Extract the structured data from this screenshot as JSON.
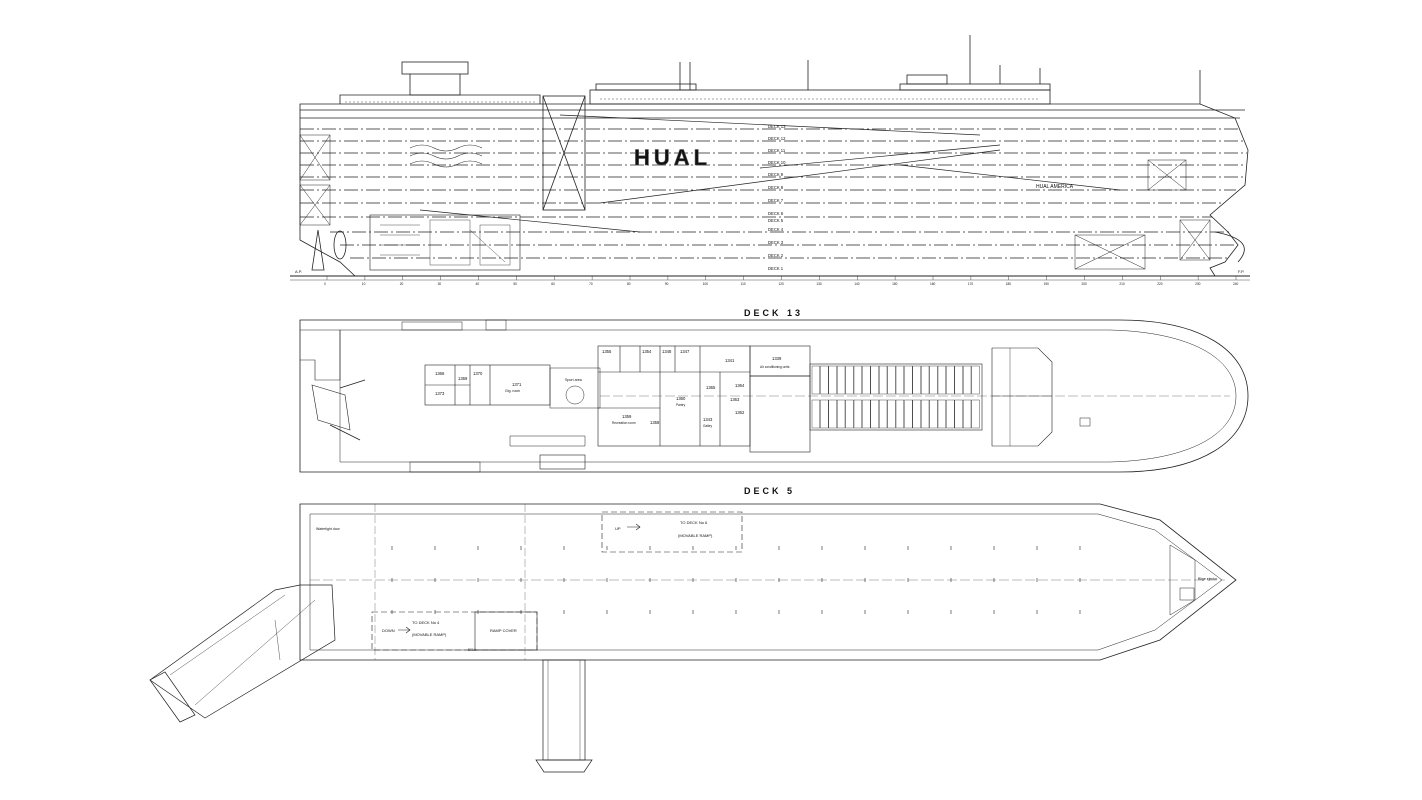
{
  "profile": {
    "deck_labels": [
      "DECK 13",
      "DECK 12",
      "DECK 11",
      "DECK 10",
      "DECK 9",
      "DECK 8",
      "DECK 7",
      "DECK 6",
      "DECK 5",
      "DECK 4",
      "DECK 3",
      "DECK 2",
      "DECK 1"
    ],
    "hull_logo": "HUAL",
    "ship_name": "HUAL AMERICA",
    "aft_marker": "A.P.",
    "fwd_marker": "F.P.",
    "ruler_ticks": [
      "0",
      "10",
      "20",
      "30",
      "40",
      "50",
      "60",
      "70",
      "80",
      "90",
      "100",
      "110",
      "120",
      "130",
      "140",
      "150",
      "160",
      "170",
      "180",
      "190",
      "200",
      "210",
      "220",
      "230",
      "240"
    ]
  },
  "deck13": {
    "title": "DECK 13",
    "rooms": [
      {
        "num": "1366"
      },
      {
        "num": "1369"
      },
      {
        "num": "1370"
      },
      {
        "num": "1373"
      },
      {
        "num": "1371",
        "name": "Gtg. room"
      },
      {
        "num": "",
        "name": "Sport area"
      },
      {
        "num": "1355"
      },
      {
        "num": "1354"
      },
      {
        "num": "1348"
      },
      {
        "num": "1347"
      },
      {
        "num": "1341"
      },
      {
        "num": "1339",
        "name": "Air conditioning units"
      },
      {
        "num": "1359",
        "name": "Recreation room"
      },
      {
        "num": "1358"
      },
      {
        "num": "1360",
        "name": "Pantry"
      },
      {
        "num": "1343",
        "name": "Galley"
      },
      {
        "num": "1365"
      },
      {
        "num": "1364"
      },
      {
        "num": "1363"
      },
      {
        "num": "1362"
      }
    ],
    "cabin_count": 40
  },
  "deck5": {
    "title": "DECK 5",
    "ramp_up_arrow": "UP",
    "ramp_up_text": "TO DECK No 6",
    "ramp_up_sub": "(MOVABLE RAMP)",
    "ramp_down_arrow": "DOWN",
    "ramp_down_text": "TO DECK No 4",
    "ramp_down_sub": "(MOVABLE RAMP)",
    "ramp_cover": "RAMP COVER",
    "watertight_door": "Watertight door",
    "bilge_ejector": "Bilge ejector",
    "room_501a": "501A"
  }
}
